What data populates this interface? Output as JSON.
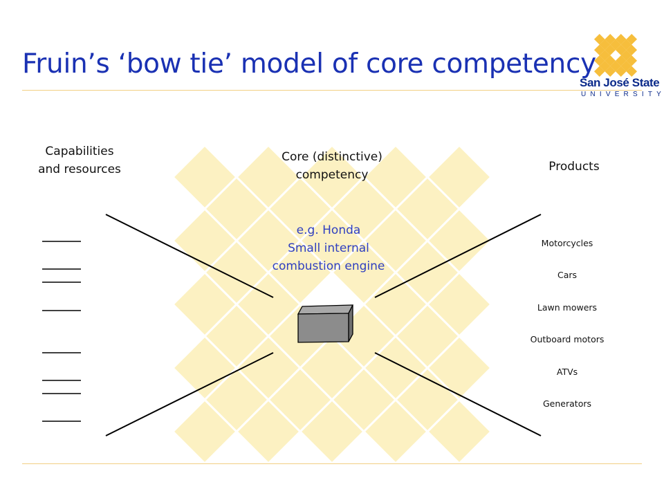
{
  "slide": {
    "title": "Fruin’s ‘bow tie’ model of core competency",
    "colors": {
      "title": "#1a31b3",
      "example": "#2f3fc0",
      "rule": "#f2cf82",
      "watermark": "#fcefb8",
      "logo": "#f6be3c"
    }
  },
  "logo": {
    "name": "San José State",
    "subtitle": "UNIVERSITY",
    "icon": "sjsu-sun-logo-icon"
  },
  "diagram": {
    "left_heading": "Capabilities\nand resources",
    "center_heading": "Core (distinctive)\ncompetency",
    "right_heading": "Products",
    "example_text": "e.g. Honda\nSmall internal\ncombustion engine",
    "core_icon": "engine-box-icon",
    "capability_line_count": 8,
    "products": [
      "Motorcycles",
      "Cars",
      "Lawn mowers",
      "Outboard motors",
      "ATVs",
      "Generators"
    ]
  }
}
